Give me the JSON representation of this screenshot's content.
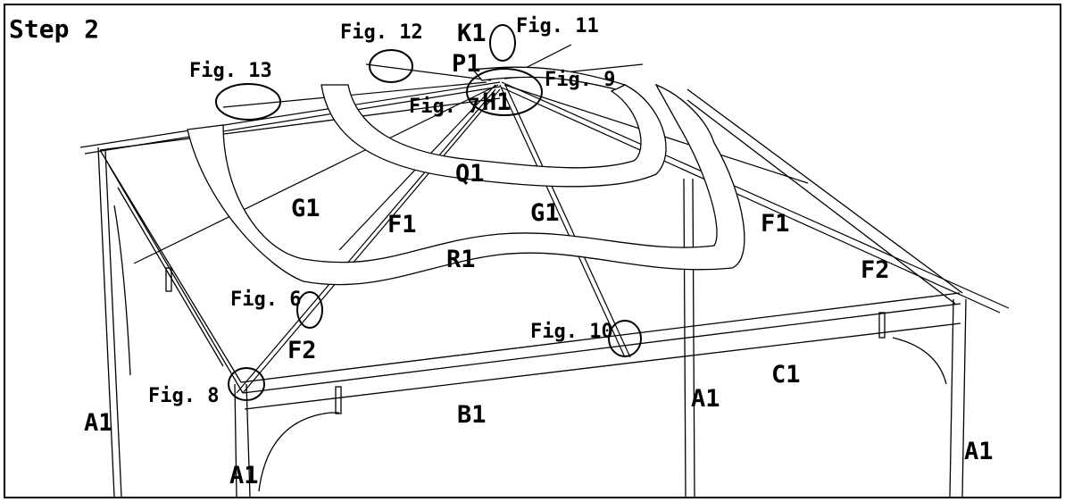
{
  "step_title": "Step 2",
  "parts": {
    "k1": "K1",
    "p1": "P1",
    "h1": "H1",
    "q1": "Q1",
    "g1_left": "G1",
    "g1_right": "G1",
    "f1_left": "F1",
    "f1_right": "F1",
    "r1": "R1",
    "f2_left": "F2",
    "f2_right": "F2",
    "c1": "C1",
    "b1": "B1",
    "a1_far_left": "A1",
    "a1_front": "A1",
    "a1_middle": "A1",
    "a1_right": "A1"
  },
  "figures": {
    "fig6": "Fig. 6",
    "fig7": "Fig. 7",
    "fig8": "Fig. 8",
    "fig9": "Fig. 9",
    "fig10": "Fig. 10",
    "fig11": "Fig. 11",
    "fig12": "Fig. 12",
    "fig13": "Fig. 13"
  }
}
